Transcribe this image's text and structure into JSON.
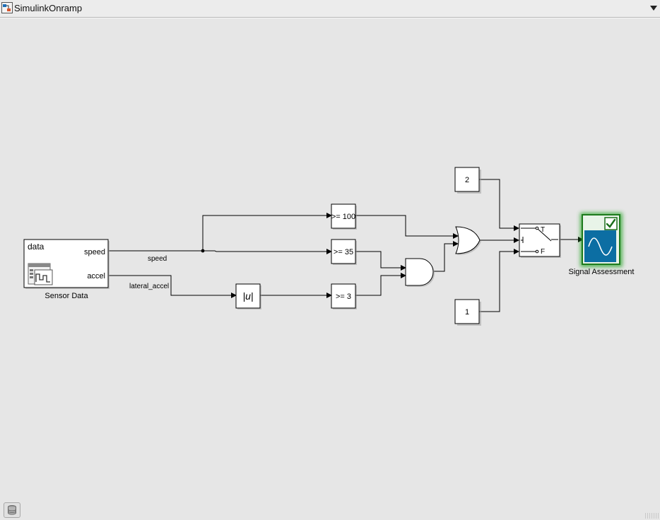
{
  "window": {
    "title": "SimulinkOnramp",
    "icon": "simulink-model-icon",
    "menu_icon": "chevron-down-icon"
  },
  "blocks": {
    "sensor_data": {
      "name": "Sensor Data",
      "header": "data",
      "port_speed": "speed",
      "port_accel": "accel",
      "icon": "signal-editor-icon"
    },
    "abs": {
      "label": "|u|"
    },
    "compare_speed_100": {
      "label": ">= 100"
    },
    "compare_speed_35": {
      "label": ">= 35"
    },
    "compare_accel_3": {
      "label": ">= 3"
    },
    "and_gate": {
      "type": "AND"
    },
    "or_gate": {
      "type": "OR"
    },
    "constant_2": {
      "value": "2"
    },
    "constant_1": {
      "value": "1"
    },
    "switch": {
      "true_label": "T",
      "false_label": "F"
    },
    "signal_assessment": {
      "name": "Signal Assessment",
      "icon": "sine-wave-icon",
      "badge": "check-icon",
      "highlight_color": "#2aa52a"
    }
  },
  "signals": {
    "speed": "speed",
    "lateral_accel": "lateral_accel"
  },
  "statusbar": {
    "icon": "database-icon"
  },
  "colors": {
    "canvas": "#e6e6e6",
    "block_fill": "#ffffff",
    "line": "#000000",
    "scope_blue": "#0c6ea3"
  }
}
